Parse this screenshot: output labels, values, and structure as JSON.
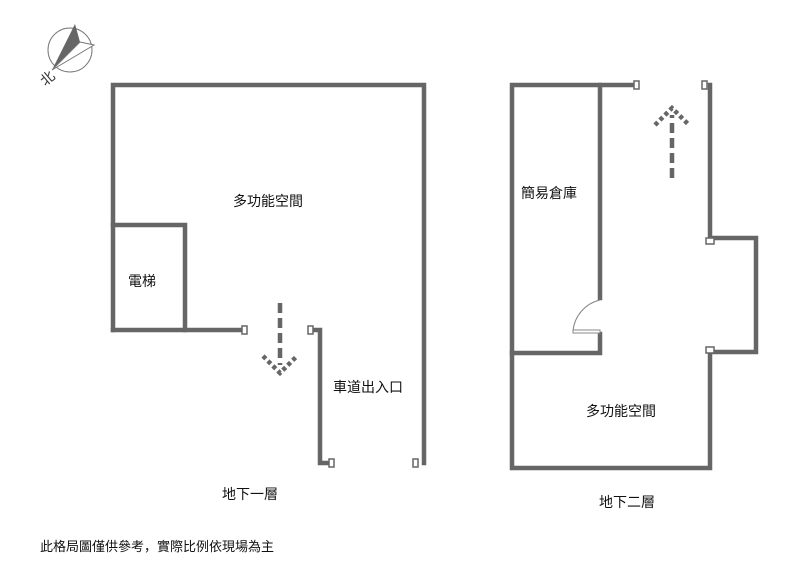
{
  "compass": {
    "label": "北"
  },
  "b1": {
    "title": "地下一層",
    "multi_space": "多功能空間",
    "elevator": "電梯",
    "ramp": "車道出入口"
  },
  "b2": {
    "title": "地下二層",
    "storage": "簡易倉庫",
    "multi_space": "多功能空間"
  },
  "note": "此格局圖僅供參考，實際比例依現場為主"
}
